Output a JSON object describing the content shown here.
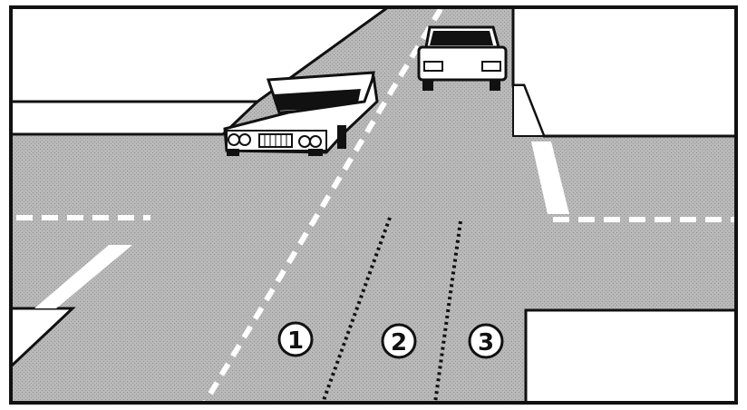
{
  "scene": {
    "colors": {
      "road": "#b8b8b8",
      "sidewalk": "#ffffff",
      "outline": "#111111",
      "marking": "#ffffff"
    },
    "lane_numbers": [
      {
        "label": "1"
      },
      {
        "label": "2"
      },
      {
        "label": "3"
      }
    ]
  }
}
